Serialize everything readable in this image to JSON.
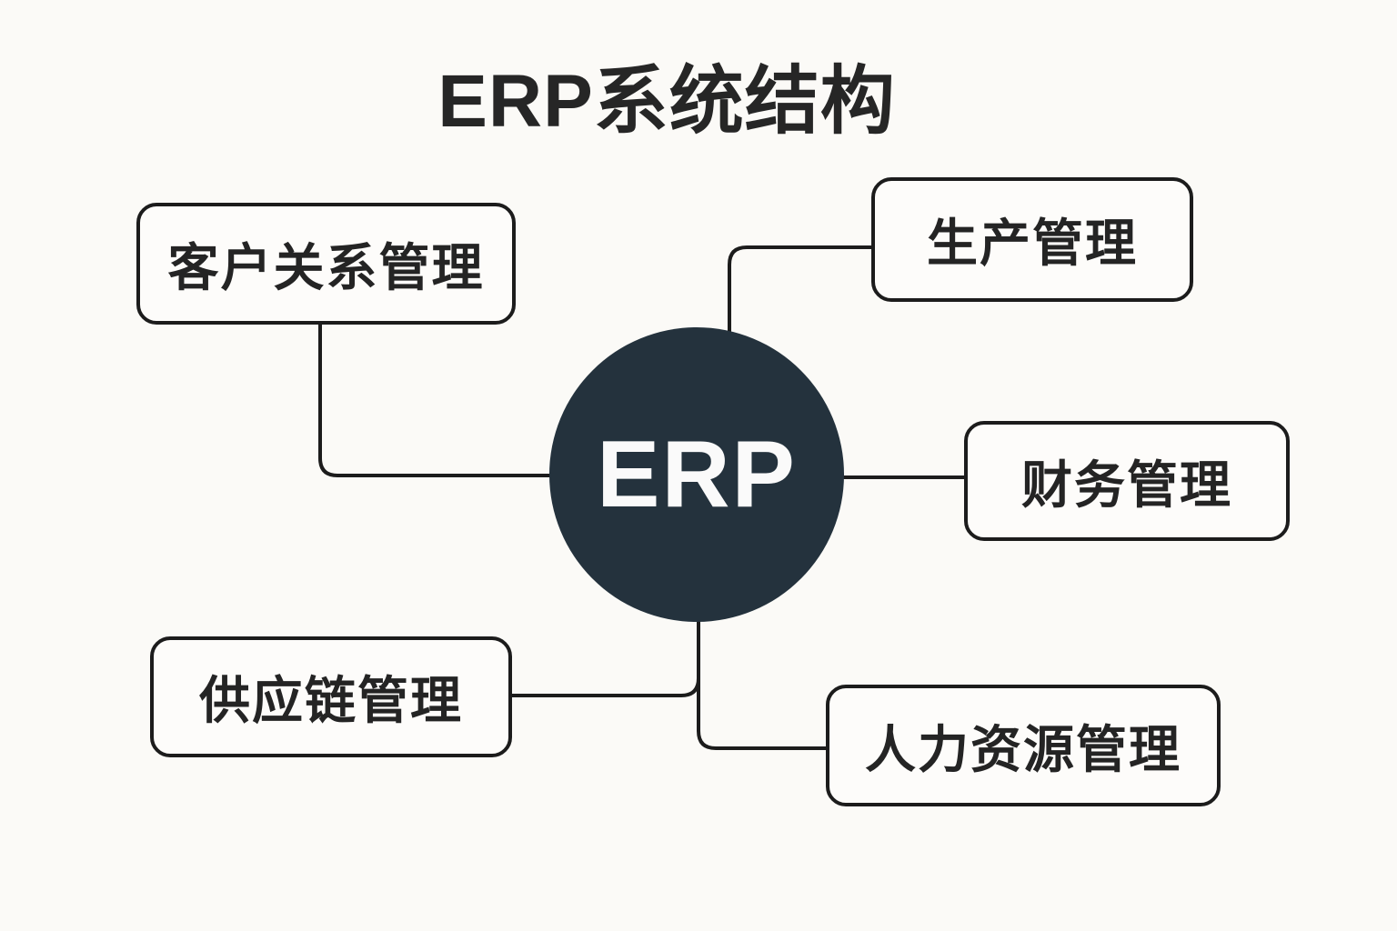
{
  "title": "ERP系统结构",
  "center": {
    "label": "ERP"
  },
  "nodes": [
    {
      "id": "crm",
      "label": "客户关系管理"
    },
    {
      "id": "production",
      "label": "生产管理"
    },
    {
      "id": "finance",
      "label": "财务管理"
    },
    {
      "id": "supply-chain",
      "label": "供应链管理"
    },
    {
      "id": "hr",
      "label": "人力资源管理"
    }
  ],
  "colors": {
    "background": "#fbfaf7",
    "box_background": "#fdfcfa",
    "line": "#1c1c1c",
    "box_border": "#1c1c1c",
    "text": "#242424",
    "title_text": "#262626",
    "center_circle": "#24323d",
    "center_text": "#fafafa"
  }
}
